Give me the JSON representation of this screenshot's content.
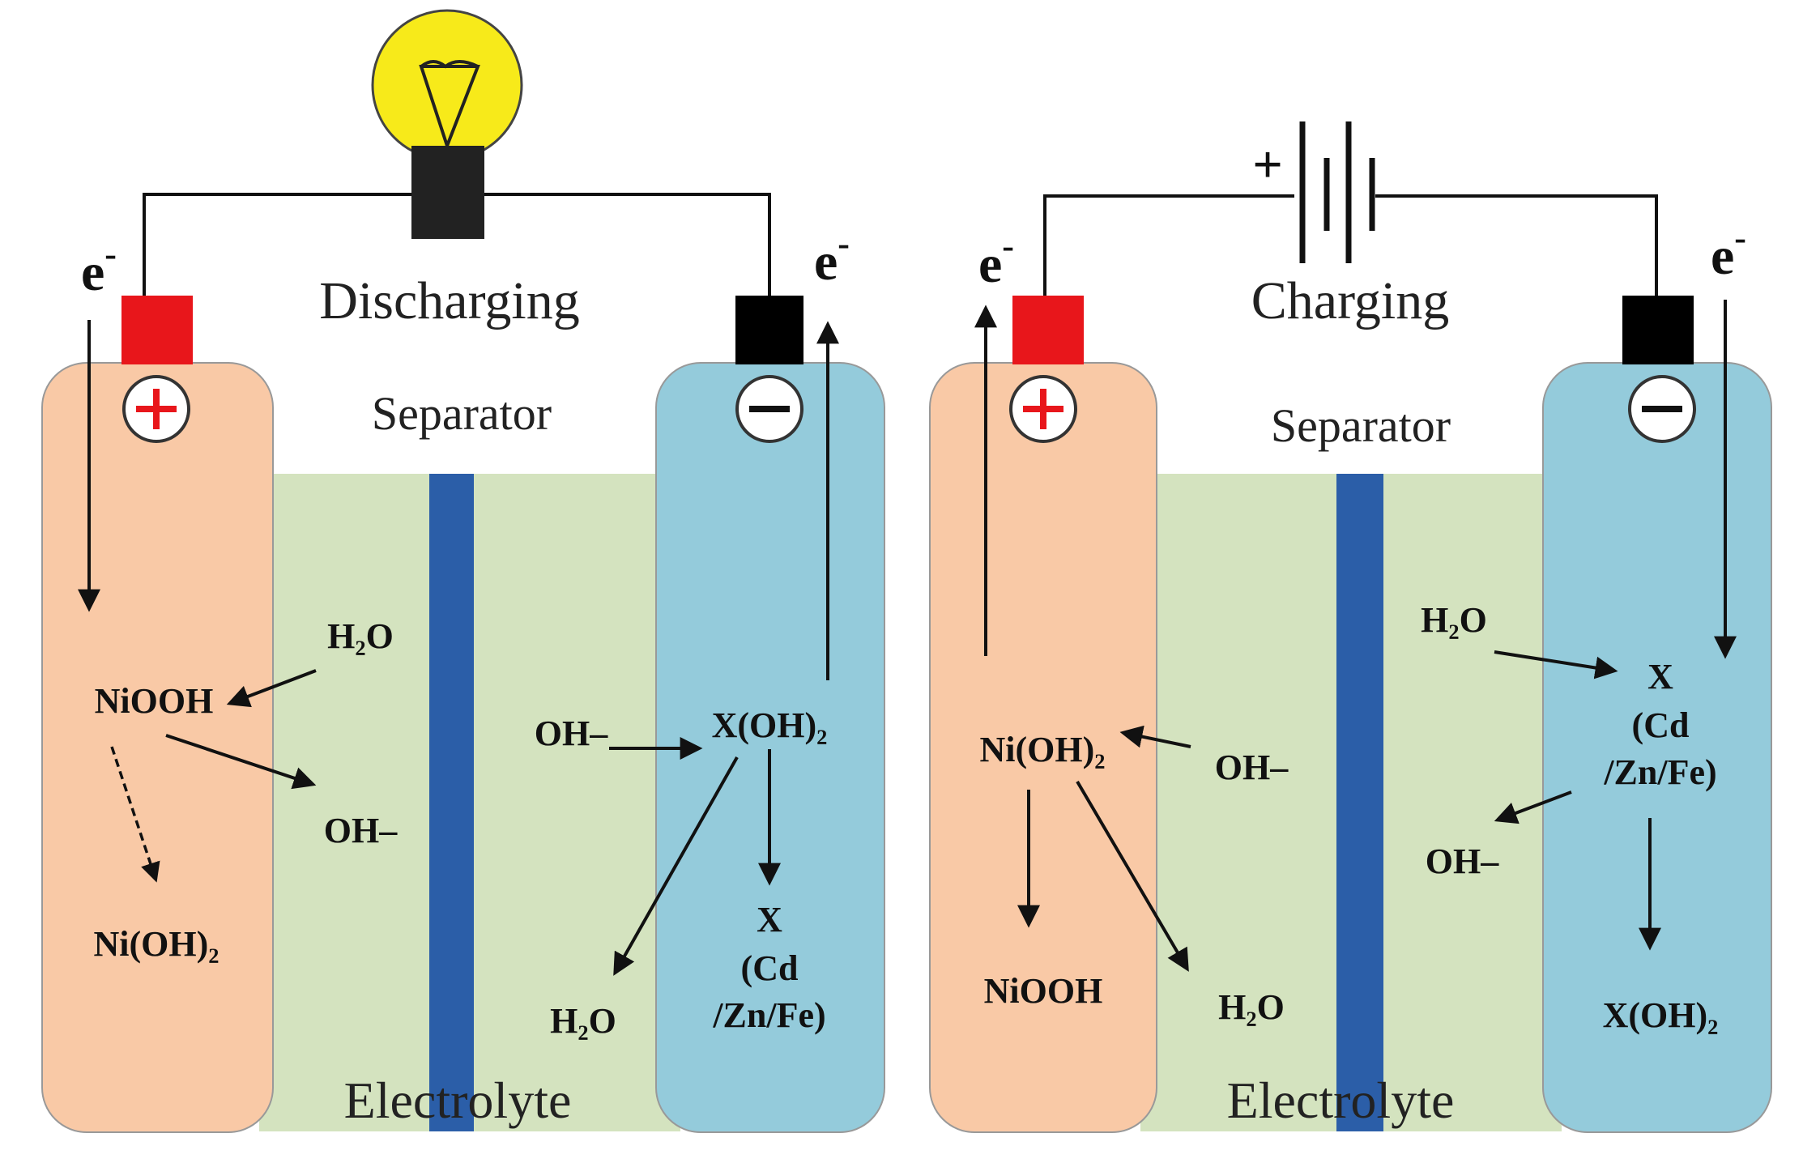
{
  "colors": {
    "positive_electrode": "#f9c9a6",
    "negative_electrode": "#94cbdb",
    "electrolyte": "#d4e3bf",
    "separator": "#2b5ea8",
    "terminal_positive": "#e8161b",
    "terminal_negative": "#000000",
    "bulb": "#f7ea1a"
  },
  "discharging": {
    "title": "Discharging",
    "separator_label": "Separator",
    "electrolyte_label": "Electrolyte",
    "electron_left": "e",
    "electron_right": "e",
    "electron_sup": "-",
    "positive_symbol": "+",
    "negative_symbol": "−",
    "species": {
      "niooh": "NiOOH",
      "h2o_left": "H₂O",
      "oh_left": "OH–",
      "nioh2": "Ni(OH)₂",
      "oh_right": "OH–",
      "xoh2": "X(OH)₂",
      "x": "X",
      "cd": "(Cd",
      "znfe": "/Zn/Fe)",
      "h2o_right": "H₂O"
    }
  },
  "charging": {
    "title": "Charging",
    "separator_label": "Separator",
    "electrolyte_label": "Electrolyte",
    "electron_left": "e",
    "electron_right": "e",
    "electron_sup": "-",
    "positive_symbol": "+",
    "negative_symbol": "−",
    "source_plus": "+",
    "species": {
      "nioh2": "Ni(OH)₂",
      "oh_left": "OH–",
      "niooh": "NiOOH",
      "h2o_left": "H₂O",
      "h2o_right": "H₂O",
      "x": "X",
      "cd": "(Cd",
      "znfe": "/Zn/Fe)",
      "oh_right": "OH–",
      "xoh2": "X(OH)₂"
    }
  }
}
